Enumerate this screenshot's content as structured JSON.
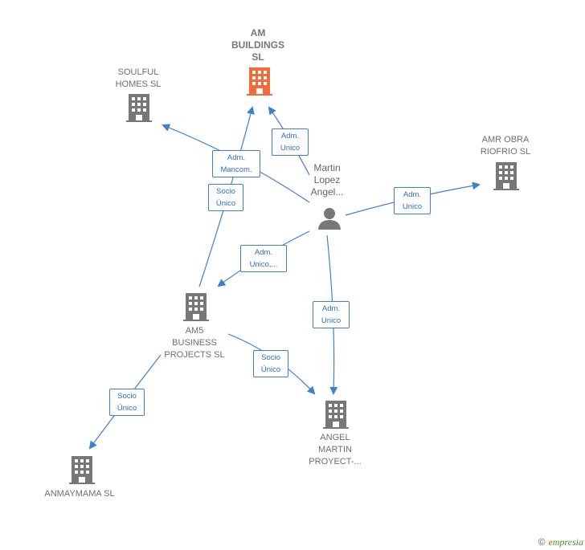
{
  "nodes": {
    "am_buildings": {
      "label_lines": [
        "AM",
        "BUILDINGS",
        "SL"
      ],
      "color": "#f26b3a"
    },
    "soulful_homes": {
      "label_lines": [
        "SOULFUL",
        "HOMES  SL"
      ]
    },
    "amr_obra": {
      "label_lines": [
        "AMR OBRA",
        "RIOFRIO SL"
      ]
    },
    "martin_lopez": {
      "label_lines": [
        "Martin",
        "Lopez",
        "Angel..."
      ]
    },
    "am5_business": {
      "label_lines": [
        "AM5",
        "BUSINESS",
        "PROJECTS  SL"
      ]
    },
    "angel_martin": {
      "label_lines": [
        "ANGEL",
        "MARTIN",
        "PROYECT-..."
      ]
    },
    "anmaymama": {
      "label_lines": [
        "ANMAYMAMA SL"
      ]
    }
  },
  "edges": {
    "adm_unico_am": [
      "Adm.",
      "Unico"
    ],
    "adm_mancom": [
      "Adm.",
      "Mancom."
    ],
    "socio_unico_am": [
      "Socio",
      "Único"
    ],
    "adm_unico_amr": [
      "Adm.",
      "Unico"
    ],
    "adm_unico_am5": [
      "Adm.",
      "Unico,..."
    ],
    "adm_unico_angel": [
      "Adm.",
      "Unico"
    ],
    "socio_unico_angel": [
      "Socio",
      "Único"
    ],
    "socio_unico_anmay": [
      "Socio",
      "Único"
    ]
  },
  "footer": {
    "copyright": "©",
    "brand_e": "e",
    "brand_rest": "mpresia"
  },
  "colors": {
    "edge": "#3f7fcf",
    "building": "#777777",
    "highlight": "#f26b3a"
  }
}
